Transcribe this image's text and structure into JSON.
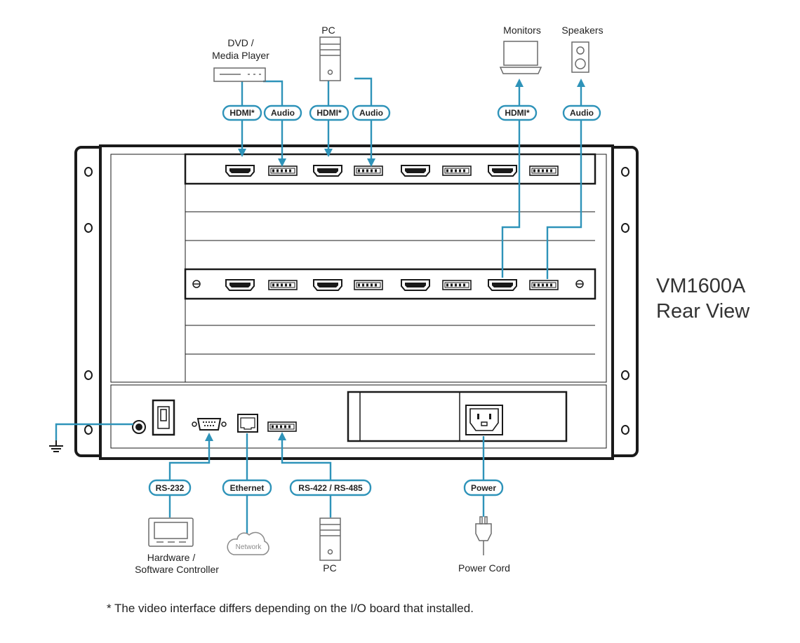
{
  "title": {
    "line1": "VM1600A",
    "line2": "Rear View"
  },
  "footnote": "* The video interface differs depending on the I/O board that installed.",
  "colors": {
    "cable": "#2e93b9",
    "outline": "#1a1a1a",
    "chassis": "#ffffff"
  },
  "top_devices": {
    "dvd": {
      "line1": "DVD /",
      "line2": "Media Player",
      "icon": "media-player-icon"
    },
    "pc": {
      "label": "PC",
      "icon": "pc-tower-icon"
    },
    "monitors": {
      "label": "Monitors",
      "icon": "laptop-monitor-icon"
    },
    "speakers": {
      "label": "Speakers",
      "icon": "speaker-icon"
    }
  },
  "top_connectors": {
    "dvd_hdmi": "HDMI*",
    "dvd_audio": "Audio",
    "pc_hdmi": "HDMI*",
    "pc_audio": "Audio",
    "monitor_hdmi": "HDMI*",
    "speaker_audio": "Audio"
  },
  "bottom_connectors": {
    "rs232": "RS-232",
    "ethernet": "Ethernet",
    "rs422": "RS-422 / RS-485",
    "power": "Power"
  },
  "bottom_devices": {
    "controller": {
      "line1": "Hardware /",
      "line2": "Software Controller",
      "icon": "controller-panel-icon"
    },
    "network": {
      "label": "Network",
      "icon": "cloud-icon"
    },
    "pc": {
      "label": "PC",
      "icon": "pc-tower-icon"
    },
    "power_cord": {
      "label": "Power Cord",
      "icon": "power-plug-icon"
    }
  },
  "ground_icon": "ground-icon"
}
